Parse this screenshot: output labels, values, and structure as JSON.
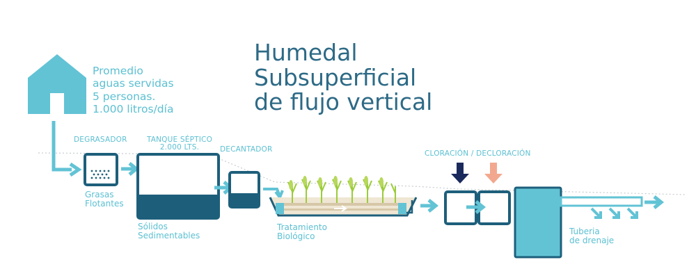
{
  "title": "Humedal\nSubsuperficial\nde flujo vertical",
  "intro": "Promedio\naguas servidas\n5 personas.\n1.000 litros/día",
  "labels": {
    "degrasador": "DEGRASADOR",
    "tanque": "TANQUE SÉPTICO\n2.000 LTS.",
    "decantador": "DECANTADOR",
    "cloracion": "CLORACIÓN / DECLORACIÓN",
    "grasas": "Grasas\nFlotantes",
    "solidos": "Sólidos\nSedimentables",
    "tratamiento": "Tratamiento\nBiológico",
    "tuberia": "Tuberia\nde drenaje"
  },
  "colors": {
    "light": "#62c3d5",
    "dark": "#1d5f7b",
    "arrow_navy": "#1b2a5c",
    "arrow_salmon": "#f2a88f",
    "title": "#2d6a86"
  }
}
